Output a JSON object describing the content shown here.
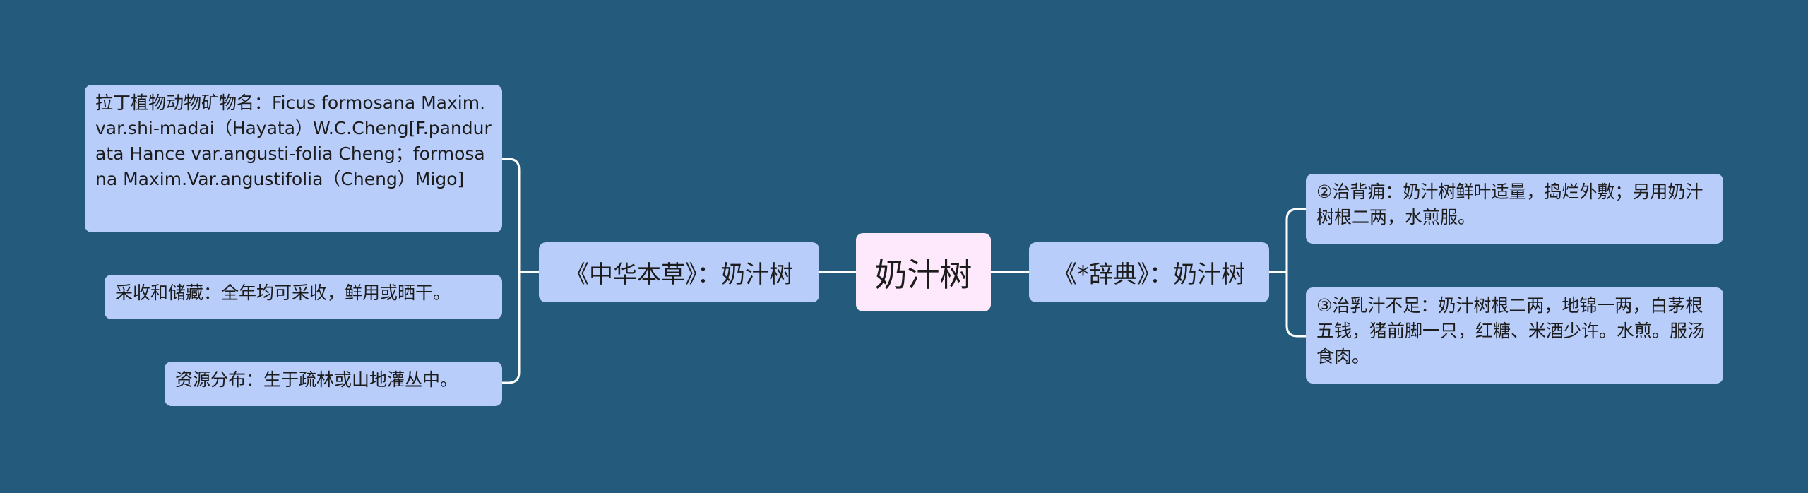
{
  "root": {
    "label": "奶汁树"
  },
  "branches": {
    "left": {
      "label": "《中华本草》：奶汁树",
      "children": [
        "拉丁植物动物矿物名：Ficus formosana Maxim.var.shi-madai（Hayata）W.C.Cheng[F.pandurata Hance var.angusti-folia Cheng；formosana Maxim.Var.angustifolia（Cheng）Migo]",
        "采收和储藏：全年均可采收，鲜用或晒干。",
        "资源分布：生于疏林或山地灌丛中。"
      ]
    },
    "right": {
      "label": "《*辞典》：奶汁树",
      "children": [
        "②治背痈：奶汁树鲜叶适量，捣烂外敷；另用奶汁树根二两，水煎服。",
        "③治乳汁不足：奶汁树根二两，地锦一两，白茅根五钱，猪前脚一只，红糖、米酒少许。水煎。服汤食肉。"
      ]
    }
  },
  "colors": {
    "background": "#245a7c",
    "node": "#b8cdfa",
    "root": "#fde9fb",
    "connector": "#ffffff"
  }
}
